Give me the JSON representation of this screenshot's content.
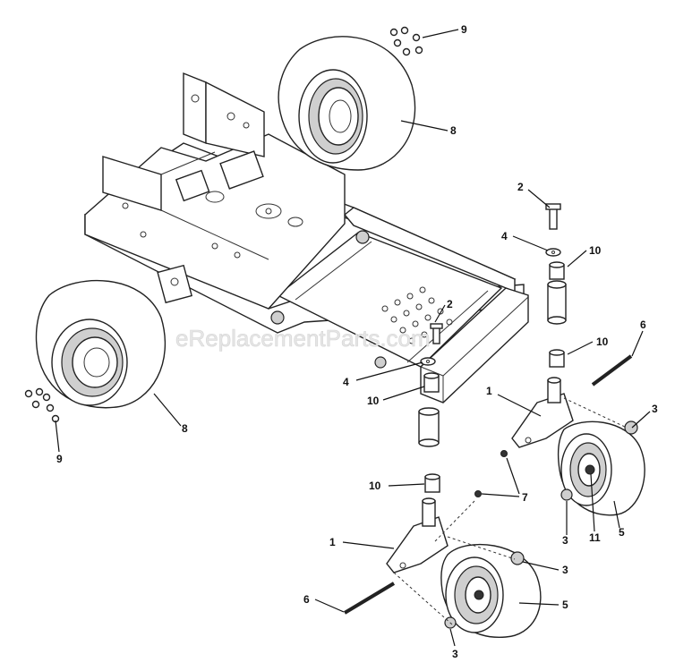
{
  "watermark": "eReplacementParts.com",
  "callouts": [
    {
      "id": "c9a",
      "text": "9"
    },
    {
      "id": "c8a",
      "text": "8"
    },
    {
      "id": "c2a",
      "text": "2"
    },
    {
      "id": "c4a",
      "text": "4"
    },
    {
      "id": "c10a",
      "text": "10"
    },
    {
      "id": "c2b",
      "text": "2"
    },
    {
      "id": "c6a",
      "text": "6"
    },
    {
      "id": "c10b",
      "text": "10"
    },
    {
      "id": "c4b",
      "text": "4"
    },
    {
      "id": "c10c",
      "text": "10"
    },
    {
      "id": "c1a",
      "text": "1"
    },
    {
      "id": "c3a",
      "text": "3"
    },
    {
      "id": "c8b",
      "text": "8"
    },
    {
      "id": "c9b",
      "text": "9"
    },
    {
      "id": "c7",
      "text": "7"
    },
    {
      "id": "c10d",
      "text": "10"
    },
    {
      "id": "c3b",
      "text": "3"
    },
    {
      "id": "c11",
      "text": "11"
    },
    {
      "id": "c5a",
      "text": "5"
    },
    {
      "id": "c1b",
      "text": "1"
    },
    {
      "id": "c3c",
      "text": "3"
    },
    {
      "id": "c6b",
      "text": "6"
    },
    {
      "id": "c5b",
      "text": "5"
    },
    {
      "id": "c3d",
      "text": "3"
    }
  ]
}
